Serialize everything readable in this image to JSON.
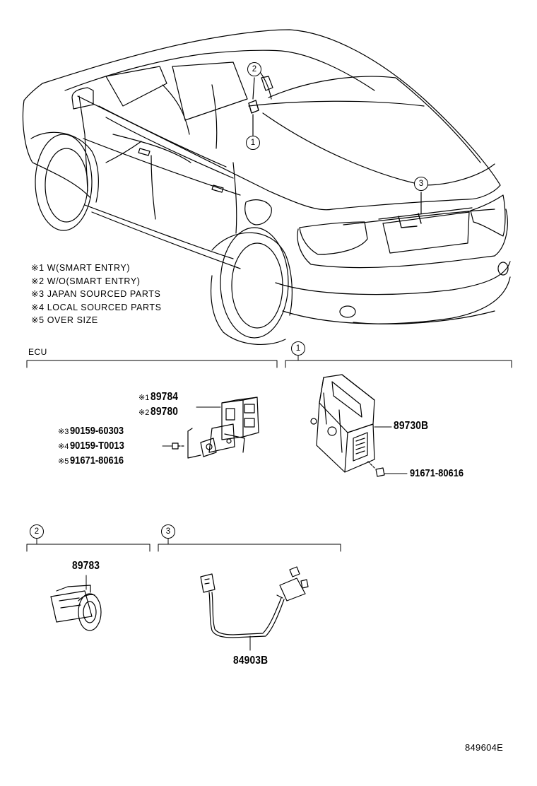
{
  "notes": [
    "※1 W(SMART ENTRY)",
    "※2 W/O(SMART ENTRY)",
    "※3 JAPAN SOURCED PARTS",
    "※4 LOCAL SOURCED PARTS",
    "※5 OVER SIZE"
  ],
  "callouts": {
    "c1": "1",
    "c2": "2",
    "c3": "3"
  },
  "sections": {
    "ecu": {
      "label": "ECU"
    },
    "group1": {
      "number": "1"
    },
    "group2": {
      "number": "2"
    },
    "group3": {
      "number": "3"
    }
  },
  "parts": {
    "ecu_smart": {
      "mark": "※1",
      "number": "89784"
    },
    "ecu_wo_smart": {
      "mark": "※2",
      "number": "89780"
    },
    "bolt_japan": {
      "mark": "※3",
      "number": "90159-60303"
    },
    "bolt_local": {
      "mark": "※4",
      "number": "90159-T0013"
    },
    "bolt_oversize": {
      "mark": "※5",
      "number": "91671-80616"
    },
    "module": {
      "number": "89730B"
    },
    "module_bolt": {
      "number": "91671-80616"
    },
    "sensor": {
      "number": "89783"
    },
    "harness": {
      "number": "84903B"
    }
  },
  "figure_code": "849604E"
}
